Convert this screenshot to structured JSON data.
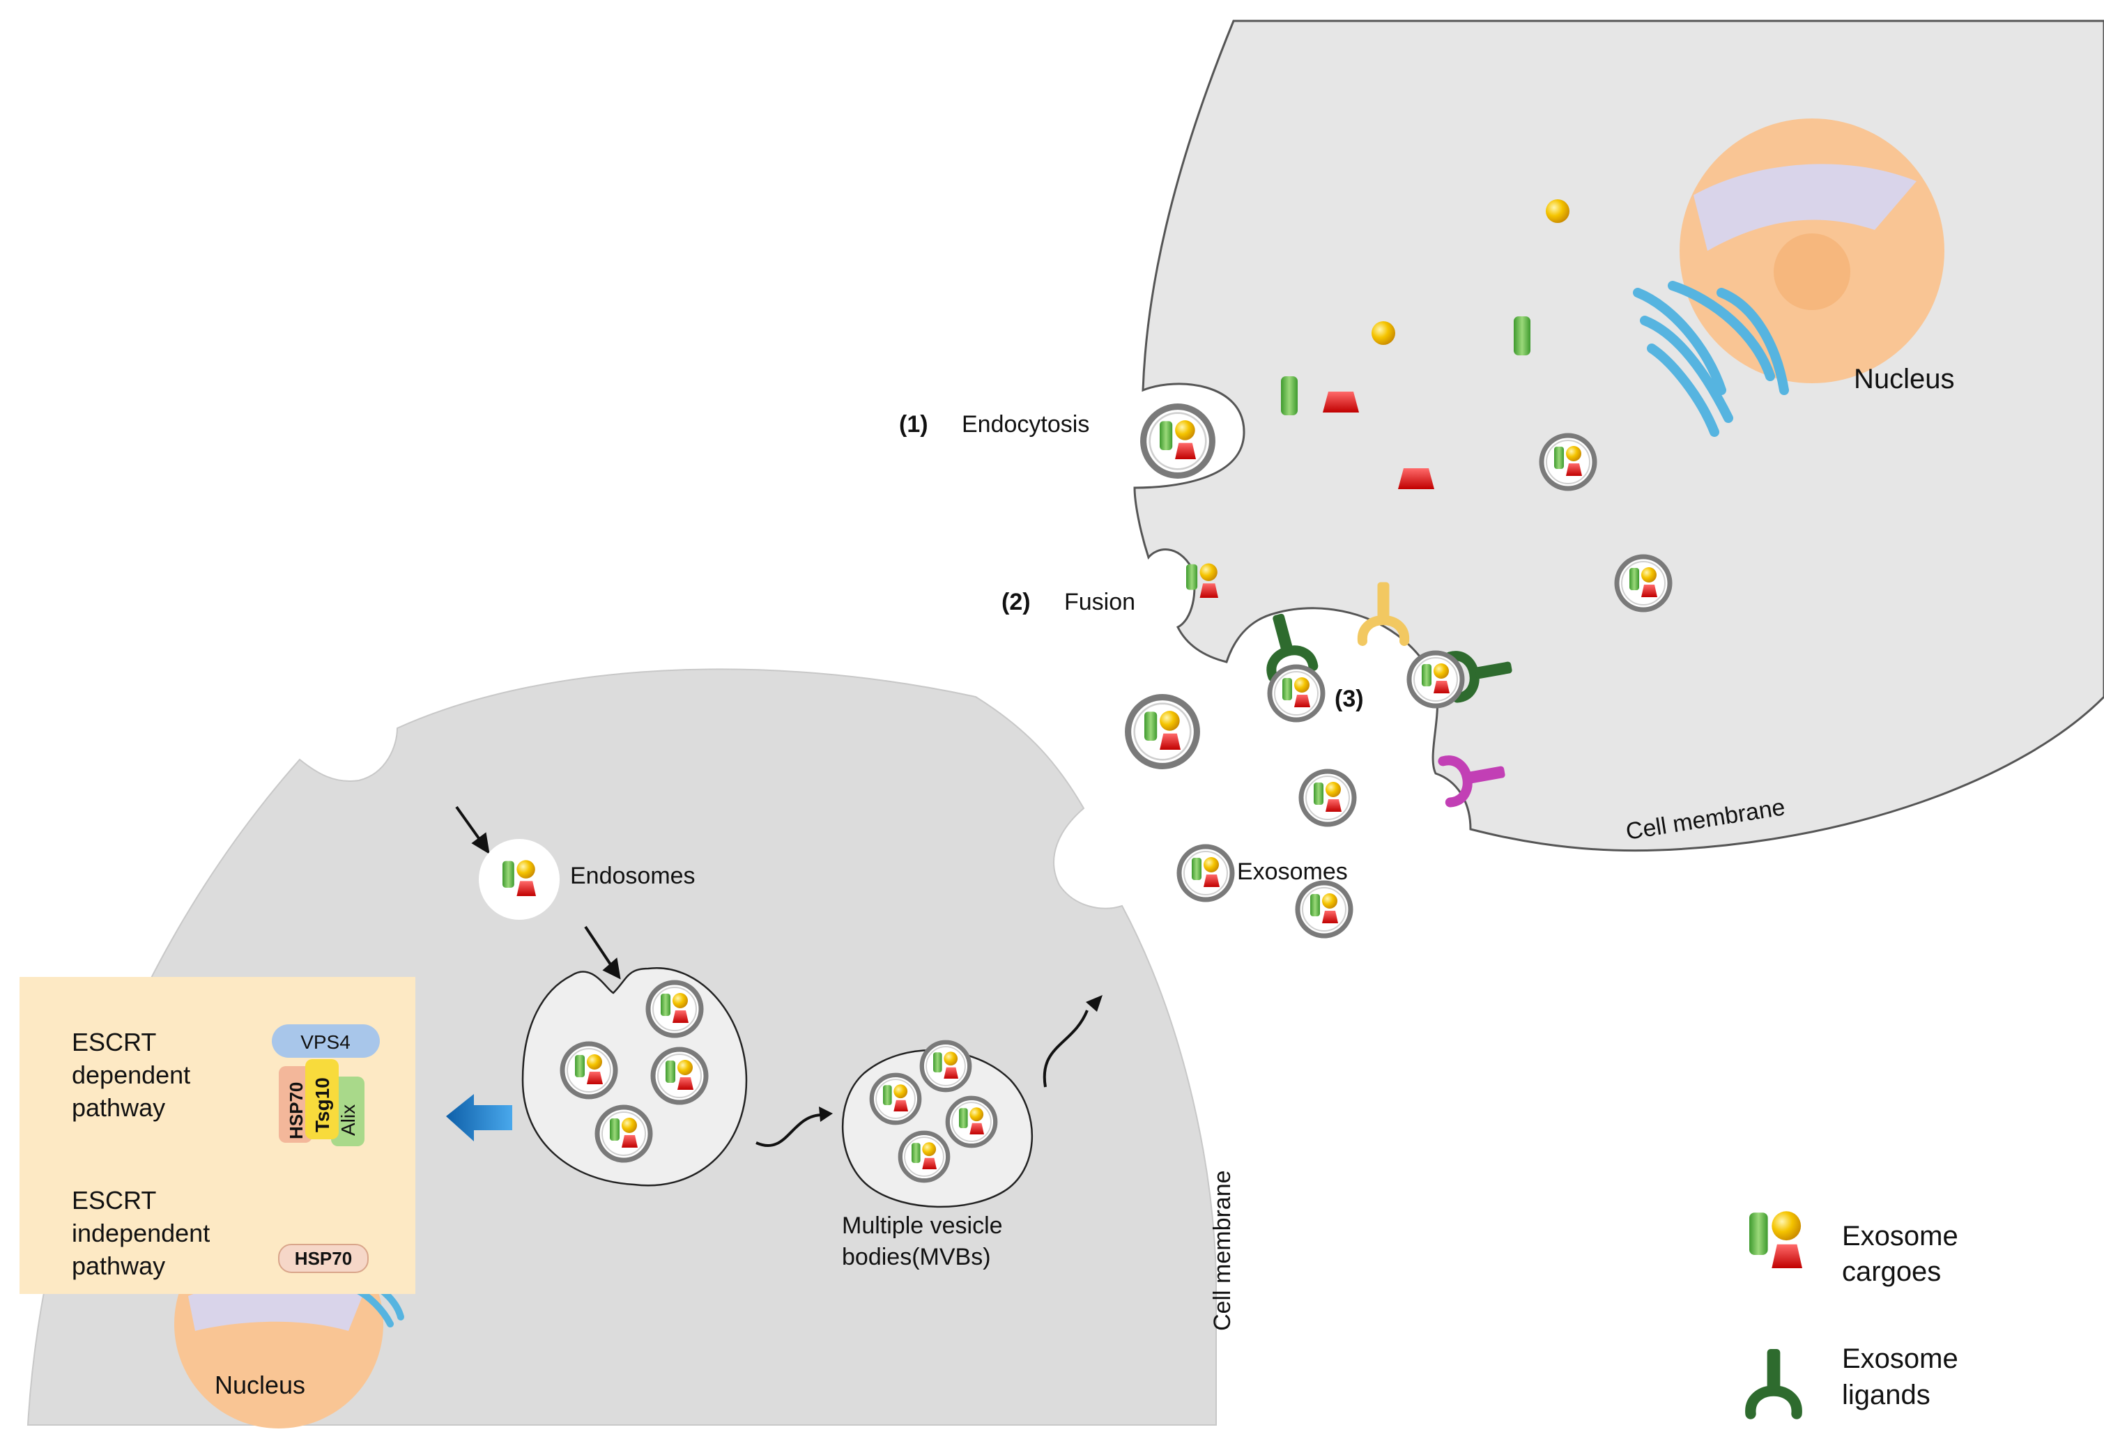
{
  "labels": {
    "endocytosis_num": "(1)",
    "endocytosis": "Endocytosis",
    "fusion_num": "(2)",
    "fusion": "Fusion",
    "ligand_num": "(3)",
    "exosomes": "Exosomes",
    "nucleus_top": "Nucleus",
    "cell_membrane_top": "Cell membrane",
    "endosomes": "Endosomes",
    "mvb_line1": "Multiple vesicle",
    "mvb_line2": "bodies(MVBs)",
    "cell_membrane_bottom": "Cell membrane",
    "nucleus_bottom": "Nucleus"
  },
  "escrt_box": {
    "dependent_line1": "ESCRT",
    "dependent_line2": "dependent",
    "dependent_line3": "pathway",
    "independent_line1": "ESCRT",
    "independent_line2": "independent",
    "independent_line3": "pathway",
    "vps4": "VPS4",
    "hsp70_vertical": "HSP70",
    "tsg10": "Tsg10",
    "alix": "Alix",
    "hsp70_pill": "HSP70"
  },
  "legend": {
    "cargo_line1": "Exosome",
    "cargo_line2": "cargoes",
    "ligand_line1": "Exosome",
    "ligand_line2": "ligands"
  },
  "colors": {
    "cell_fill": "#e6e6e6",
    "cell_stroke": "#555555",
    "nucleus": "#f9c594",
    "nucleolus": "#d9d4ea",
    "er": "#56b4e0",
    "cargo_green": "#6cc24a",
    "cargo_red": "#e02020",
    "cargo_yellow": "#f5c400",
    "ligand_dark_green": "#2e6b2e",
    "ligand_yellow": "#f2c861",
    "ligand_magenta": "#c23fb5",
    "arrow_blue": "#1a75c7",
    "escrt_box": "#fde9c4"
  }
}
